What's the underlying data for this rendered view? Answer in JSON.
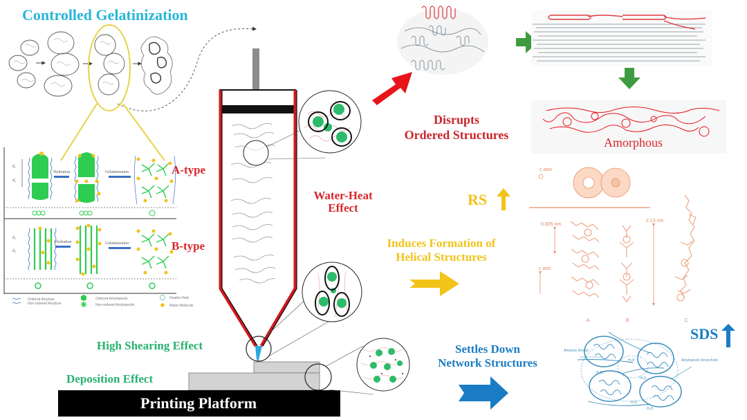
{
  "title": "Controlled Gelatinization",
  "labels": {
    "a_type": "A-type",
    "b_type": "B-type",
    "hydration": "Hydration",
    "gelatinization": "Gelatinization",
    "water_heat": "Water-Heat",
    "effect": "Effect",
    "disrupts": "Disrupts",
    "ordered_structures": "Ordered Structures",
    "amorphous": "Amorphous",
    "rs": "RS",
    "induces": "Induces Formation of",
    "helical": "Helical Structures",
    "high_shearing": "High Shearing Effect",
    "deposition": "Deposition Effect",
    "printing_platform": "Printing Platform",
    "settles_down": "Settles Down",
    "network_structures": "Network Structures",
    "sds": "SDS"
  },
  "legend": [
    {
      "label": "Ordered Amylose",
      "icon": "wavy-line"
    },
    {
      "label": "Non-ordered Amylose",
      "icon": "wavy-line"
    },
    {
      "label": "Ordered Amylopectin",
      "icon": "green-blob"
    },
    {
      "label": "Non-ordered Amylopectin",
      "icon": "green-star"
    },
    {
      "label": "Double Helix",
      "icon": "circle"
    },
    {
      "label": "Water Molecule",
      "icon": "yellow-dot"
    }
  ],
  "helix_panel": {
    "c_axis_top": "c axis",
    "c_axis_side": "c axis",
    "pitch": "0.805 nm",
    "length": "2.13 nm",
    "panels": [
      "A",
      "B",
      "C"
    ]
  },
  "network_panel": {
    "amylose_label": "Amylose (linear)",
    "amylopectin_label": "Amylopectin (branched)",
    "water": "H₂O"
  },
  "colors": {
    "cyan": "#29b6d8",
    "red": "#d8262c",
    "green_arrow": "#3f9b3f",
    "yellow": "#f2c318",
    "teal_green": "#27b070",
    "blue": "#1a7cc4",
    "nozzle": "#29a9e0",
    "orange": "#e9906a"
  }
}
